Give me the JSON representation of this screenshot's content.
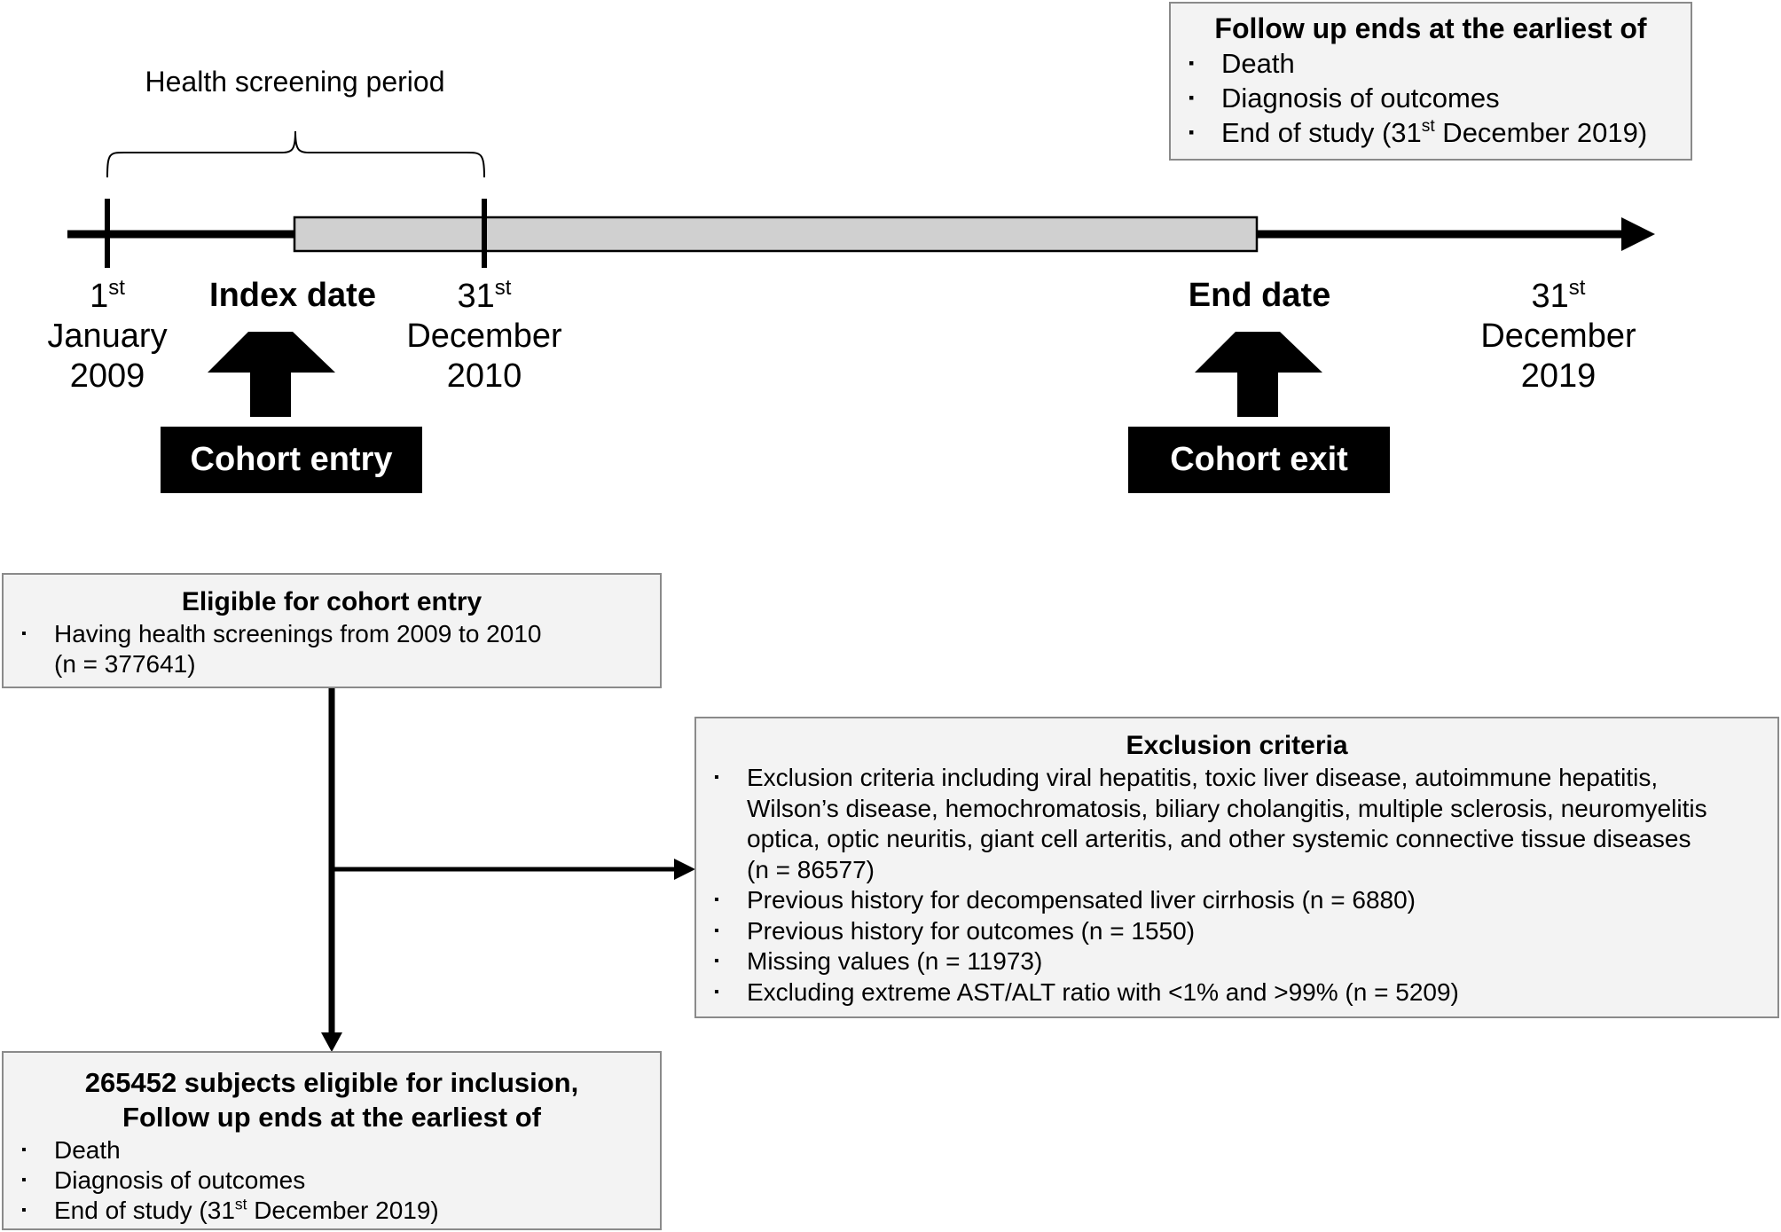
{
  "timeline": {
    "screening_period_label": "Health screening period",
    "dates": [
      {
        "key": "start",
        "day": "1",
        "sup": "st",
        "line2": "January",
        "line3": "2009"
      },
      {
        "key": "dec2010",
        "day": "31",
        "sup": "st",
        "line2": "December",
        "line3": "2010"
      },
      {
        "key": "dec2019",
        "day": "31",
        "sup": "st",
        "line2": "December",
        "line3": "2019"
      }
    ],
    "index_date_label": "Index date",
    "end_date_label": "End date",
    "cohort_entry_label": "Cohort entry",
    "cohort_exit_label": "Cohort exit"
  },
  "follow_up_box": {
    "title": "Follow up ends at the earliest of",
    "items": [
      {
        "text": "Death"
      },
      {
        "text": "Diagnosis of outcomes"
      },
      {
        "pre": "End of study (31",
        "sup": "st",
        "post": " December 2019)"
      }
    ],
    "bullet": "▪"
  },
  "flow": {
    "eligible": {
      "title": "Eligible for cohort entry",
      "line1": "Having health screenings from 2009 to 2010",
      "line2": "(n = 377641)"
    },
    "exclusion": {
      "title": "Exclusion criteria",
      "items": [
        {
          "lines": [
            "Exclusion criteria including viral hepatitis, toxic liver disease, autoimmune hepatitis,",
            "Wilson’s disease, hemochromatosis, biliary cholangitis, multiple sclerosis, neuromyelitis",
            "optica, optic neuritis, giant cell arteritis, and other systemic connective tissue diseases",
            "(n = 86577)"
          ]
        },
        {
          "lines": [
            "Previous history for decompensated liver cirrhosis (n = 6880)"
          ]
        },
        {
          "lines": [
            "Previous history for outcomes (n = 1550)"
          ]
        },
        {
          "lines": [
            "Missing values (n = 11973)"
          ]
        },
        {
          "lines": [
            "Excluding extreme AST/ALT ratio with <1% and >99% (n = 5209)"
          ]
        }
      ]
    },
    "final": {
      "title_line1": "265452 subjects eligible for inclusion,",
      "title_line2": "Follow up ends at the earliest of",
      "items": [
        {
          "text": "Death"
        },
        {
          "text": "Diagnosis of outcomes"
        },
        {
          "pre": "End of study (31",
          "sup": "st",
          "post": " December 2019)"
        }
      ]
    }
  },
  "colors": {
    "box_fill": "#f3f3f3",
    "box_border": "#8a8a8a",
    "period_bar_fill": "#d0d0d0",
    "line": "#000000"
  }
}
